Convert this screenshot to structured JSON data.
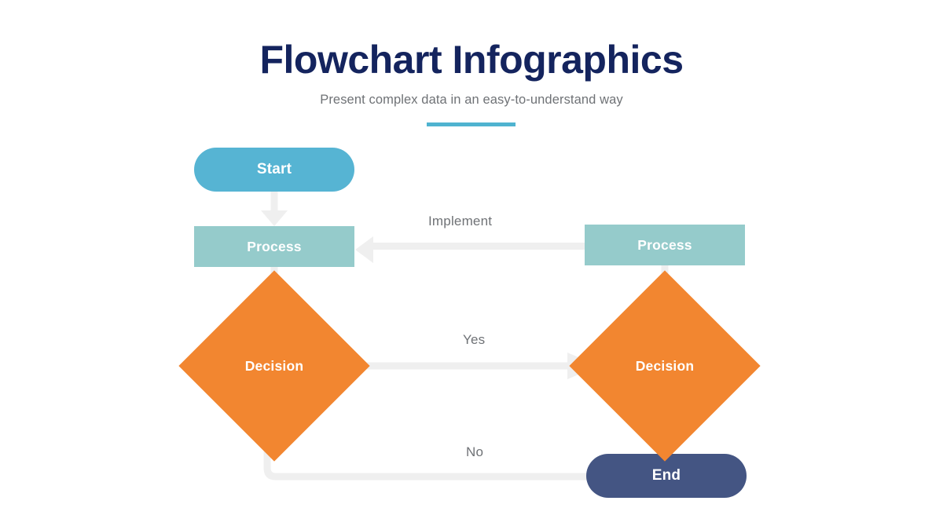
{
  "header": {
    "title": "Flowchart Infographics",
    "subtitle": "Present complex data in an easy-to-understand way",
    "accent_color": "#4fb3d0",
    "title_color": "#14245e",
    "subtitle_color": "#6f7276"
  },
  "flowchart": {
    "nodes": [
      {
        "id": "start",
        "label": "Start",
        "shape": "terminal",
        "color": "#56b4d3"
      },
      {
        "id": "process-left",
        "label": "Process",
        "shape": "process",
        "color": "#95cbcb"
      },
      {
        "id": "decision-left",
        "label": "Decision",
        "shape": "decision",
        "color": "#f28630"
      },
      {
        "id": "process-right",
        "label": "Process",
        "shape": "process",
        "color": "#95cbcb"
      },
      {
        "id": "decision-right",
        "label": "Decision",
        "shape": "decision",
        "color": "#f28630"
      },
      {
        "id": "end",
        "label": "End",
        "shape": "terminal",
        "color": "#445583"
      }
    ],
    "edges": [
      {
        "from": "start",
        "to": "process-left",
        "label": "",
        "direction": "down"
      },
      {
        "from": "process-left",
        "to": "decision-left",
        "label": "",
        "direction": "down"
      },
      {
        "from": "decision-left",
        "to": "decision-right",
        "label": "Yes",
        "direction": "right"
      },
      {
        "from": "decision-right",
        "to": "end",
        "label": "",
        "direction": "down"
      },
      {
        "from": "decision-left",
        "to": "end",
        "label": "No",
        "direction": "down-right"
      },
      {
        "from": "process-right",
        "to": "process-left",
        "label": "Implement",
        "direction": "left"
      },
      {
        "from": "process-right",
        "to": "decision-right",
        "label": "",
        "direction": "down"
      }
    ],
    "connector_color": "#efefef"
  }
}
